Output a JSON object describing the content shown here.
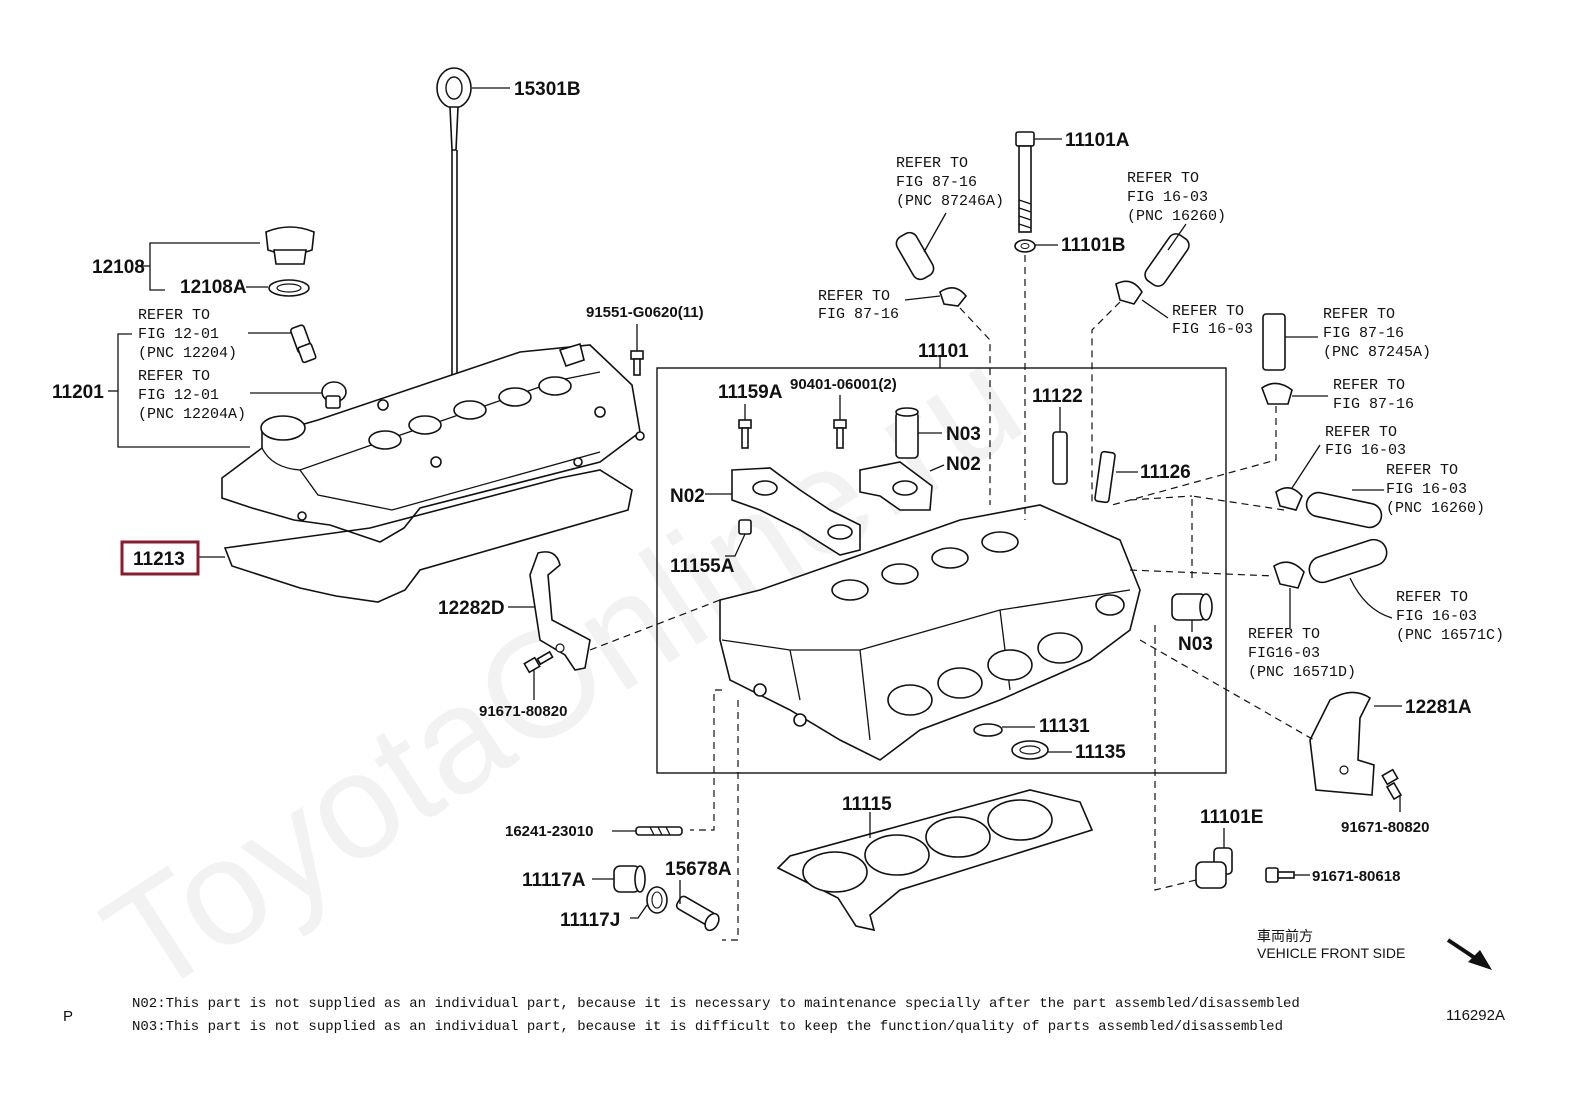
{
  "watermark": "ToyotaOnline.ru",
  "figure_id": "116292A",
  "page_marker": "P",
  "orientation": {
    "jp": "車両前方",
    "en": "VEHICLE FRONT SIDE"
  },
  "notes": [
    "N02:This part is not supplied as an individual part, because it is necessary to maintenance specially after the part assembled/disassembled",
    "N03:This part is not supplied as an individual part, because it is difficult to keep the function/quality of parts assembled/disassembled"
  ],
  "highlight_color": "#8b1a2b",
  "parts": {
    "p15301B": "15301B",
    "p12108": "12108",
    "p12108A": "12108A",
    "p11201": "11201",
    "p11213": "11213",
    "p91551": "91551-G0620(11)",
    "p11101": "11101",
    "p11159A": "11159A",
    "p90401": "90401-06001(2)",
    "p11101A": "11101A",
    "p11101B": "11101B",
    "p11122": "11122",
    "p11126": "11126",
    "p12282D": "12282D",
    "p91671a": "91671-80820",
    "p11155A": "11155A",
    "n02a": "N02",
    "n02b": "N02",
    "n03a": "N03",
    "n03b": "N03",
    "p11131": "11131",
    "p11135": "11135",
    "p11115": "11115",
    "p16241": "16241-23010",
    "p11117A": "11117A",
    "p11117J": "11117J",
    "p15678A": "15678A",
    "p11101E": "11101E",
    "p91671b": "91671-80618",
    "p12281A": "12281A",
    "p91671c": "91671-80820"
  },
  "refs": {
    "r1": [
      "REFER TO",
      "FIG 12-01",
      "(PNC 12204)"
    ],
    "r2": [
      "REFER TO",
      "FIG 12-01",
      "(PNC 12204A)"
    ],
    "r3": [
      "REFER TO",
      "FIG 87-16",
      "(PNC 87246A)"
    ],
    "r4": [
      "REFER TO",
      "FIG 87-16"
    ],
    "r5": [
      "REFER TO",
      "FIG 16-03",
      "(PNC 16260)"
    ],
    "r6": [
      "REFER TO",
      "FIG 16-03"
    ],
    "r7": [
      "REFER TO",
      "FIG 87-16",
      "(PNC 87245A)"
    ],
    "r8": [
      "REFER TO",
      "FIG 87-16"
    ],
    "r9": [
      "REFER TO",
      "FIG 16-03"
    ],
    "r10": [
      "REFER TO",
      "FIG 16-03",
      "(PNC 16260)"
    ],
    "r11": [
      "REFER TO",
      "FIG 16-03",
      "(PNC 16571C)"
    ],
    "r12": [
      "REFER TO",
      "FIG16-03",
      "(PNC 16571D)"
    ]
  }
}
